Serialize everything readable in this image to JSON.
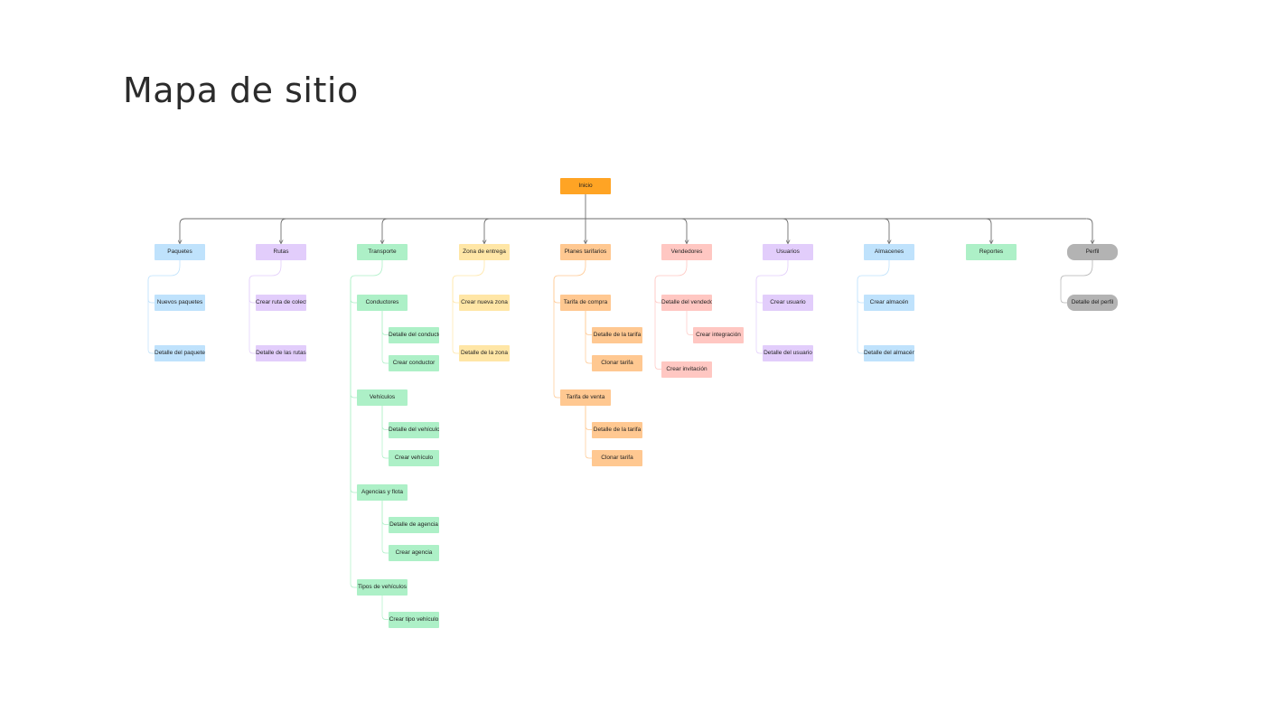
{
  "title": "Mapa de sitio",
  "colors": {
    "root": "#ffa424",
    "blue": "#bfe2fc",
    "purple": "#e2cdfb",
    "green": "#adf0c7",
    "yellow": "#ffe6a6",
    "orange": "#ffc891",
    "red": "#ffc7c2",
    "gray": "#b3b3b3",
    "connector": "#6e6e6e"
  },
  "sitemap": {
    "root": {
      "label": "Inicio",
      "color": "root"
    },
    "sections": [
      {
        "label": "Paquetes",
        "color": "blue",
        "children": [
          {
            "label": "Nuevos paquetes"
          },
          {
            "label": "Detalle del paquete"
          }
        ]
      },
      {
        "label": "Rutas",
        "color": "purple",
        "children": [
          {
            "label": "Crear ruta de colecta"
          },
          {
            "label": "Detalle de las rutas"
          }
        ]
      },
      {
        "label": "Transporte",
        "color": "green",
        "children": [
          {
            "label": "Conductores",
            "children": [
              {
                "label": "Detalle del conductor"
              },
              {
                "label": "Crear conductor"
              }
            ]
          },
          {
            "label": "Vehículos",
            "children": [
              {
                "label": "Detalle del vehículo"
              },
              {
                "label": "Crear vehículo"
              }
            ]
          },
          {
            "label": "Agencias y flota",
            "children": [
              {
                "label": "Detalle de agencia"
              },
              {
                "label": "Crear agencia"
              }
            ]
          },
          {
            "label": "Tipos de vehículos",
            "children": [
              {
                "label": "Crear tipo vehículo"
              }
            ]
          }
        ]
      },
      {
        "label": "Zona de entrega",
        "color": "yellow",
        "children": [
          {
            "label": "Crear nueva zona"
          },
          {
            "label": "Detalle de la zona"
          }
        ]
      },
      {
        "label": "Planes tarifarios",
        "color": "orange",
        "children": [
          {
            "label": "Tarifa de compra",
            "children": [
              {
                "label": "Detalle de la tarifa"
              },
              {
                "label": "Clonar tarifa"
              }
            ]
          },
          {
            "label": "Tarifa de venta",
            "children": [
              {
                "label": "Detalle de la tarifa"
              },
              {
                "label": "Clonar tarifa"
              }
            ]
          }
        ]
      },
      {
        "label": "Vendedores",
        "color": "red",
        "children": [
          {
            "label": "Detalle del vendedor",
            "children": [
              {
                "label": "Crear integración"
              }
            ]
          },
          {
            "label": "Crear invitación"
          }
        ]
      },
      {
        "label": "Usuarios",
        "color": "purple",
        "children": [
          {
            "label": "Crear usuario"
          },
          {
            "label": "Detalle del usuario"
          }
        ]
      },
      {
        "label": "Almacenes",
        "color": "blue",
        "children": [
          {
            "label": "Crear almacén"
          },
          {
            "label": "Detalle del almacén"
          }
        ]
      },
      {
        "label": "Reportes",
        "color": "green",
        "children": []
      },
      {
        "label": "Perfil",
        "color": "gray",
        "shape": "pill",
        "children": [
          {
            "label": "Detalle del perfil"
          }
        ]
      }
    ]
  }
}
